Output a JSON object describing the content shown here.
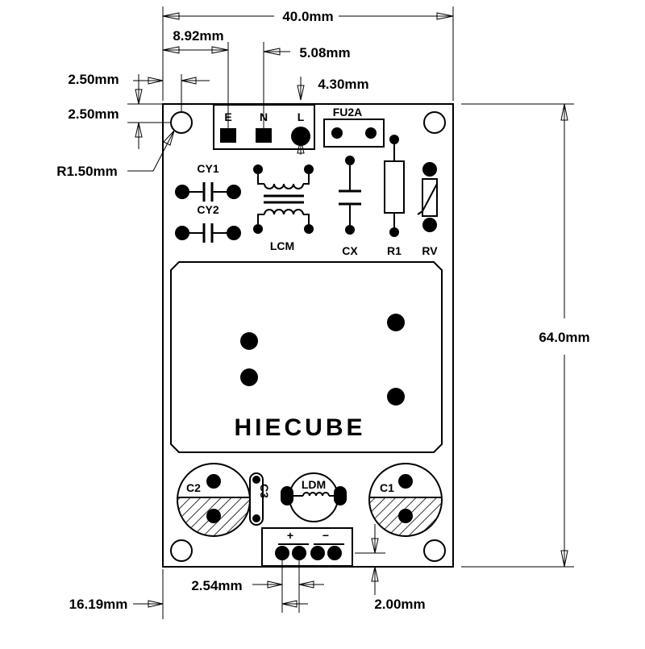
{
  "board": {
    "brand": "HIECUBE"
  },
  "dimensions": {
    "width": "40.0mm",
    "height": "64.0mm",
    "hole_offset_x": "2.50mm",
    "hole_offset_y": "2.50mm",
    "hole_radius": "R1.50mm",
    "e_offset": "8.92mm",
    "nl_pitch": "5.08mm",
    "l_to_edge": "4.30mm",
    "out_pitch": "2.54mm",
    "out_offset": "16.19mm",
    "out_to_edge": "2.00mm"
  },
  "terminals": {
    "e": "E",
    "n": "N",
    "l": "L",
    "plus": "+",
    "minus": "−"
  },
  "components": {
    "fuse": "FU2A",
    "cy1": "CY1",
    "cy2": "CY2",
    "lcm": "LCM",
    "cx": "CX",
    "r1": "R1",
    "rv": "RV",
    "c1": "C1",
    "c2": "C2",
    "c3": "C3",
    "ldm": "LDM"
  }
}
